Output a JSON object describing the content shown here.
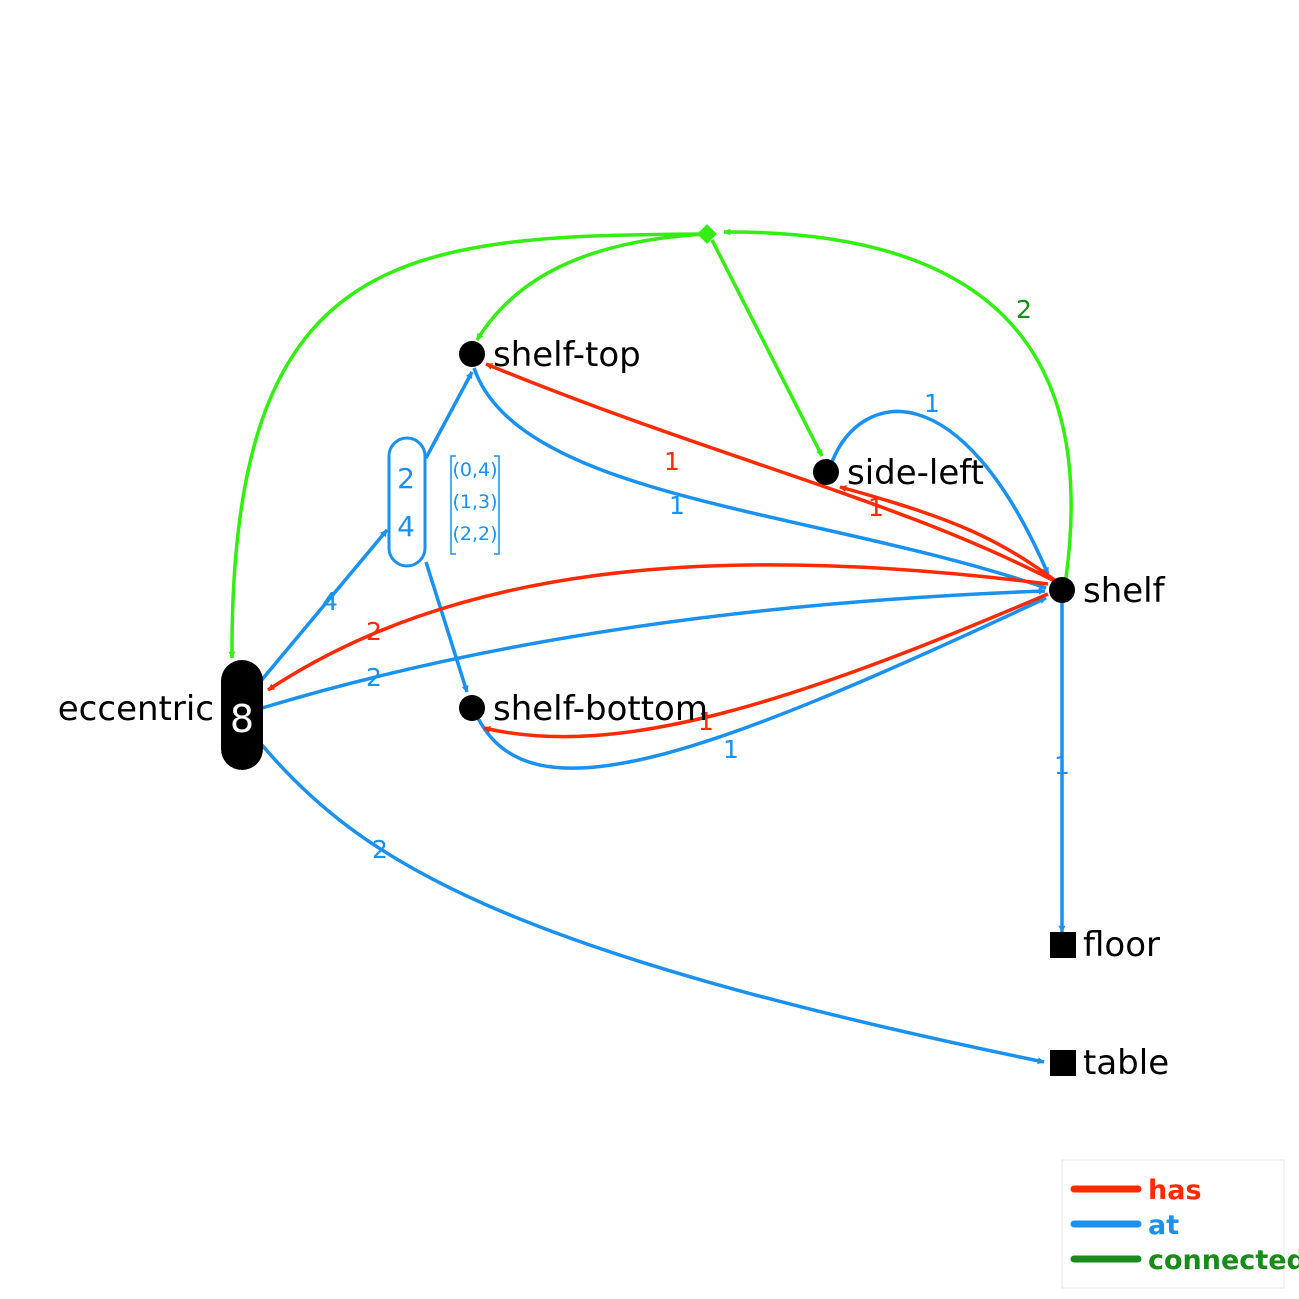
{
  "colors": {
    "has": "#ff2a00",
    "at": "#1a91ee",
    "connected_line": "#33ee11",
    "connected_text": "#1a8a1a",
    "node": "#000000"
  },
  "nodes": {
    "shelf_top": "shelf-top",
    "side_left": "side-left",
    "shelf": "shelf",
    "shelf_bottom": "shelf-bottom",
    "eccentric": "eccentric",
    "eccentric_count": "8",
    "floor": "floor",
    "table": "table",
    "connector_icon": "diamond-icon"
  },
  "group": {
    "values": [
      "2",
      "4"
    ],
    "tuples": [
      "(0,4)",
      "(1,3)",
      "(2,2)"
    ]
  },
  "edges": [
    {
      "id": "e-connector-shelftop",
      "relation": "connected",
      "from": "connector",
      "to": "shelf-top",
      "label": ""
    },
    {
      "id": "e-connector-sideleft",
      "relation": "connected",
      "from": "connector",
      "to": "side-left",
      "label": ""
    },
    {
      "id": "e-connector-eccentric",
      "relation": "connected",
      "from": "connector",
      "to": "eccentric",
      "label": ""
    },
    {
      "id": "e-shelf-connector",
      "relation": "connected",
      "from": "shelf",
      "to": "connector",
      "label": "2"
    },
    {
      "id": "e-sideleft-shelf",
      "relation": "at",
      "from": "side-left",
      "to": "shelf",
      "label": "1"
    },
    {
      "id": "e-shelf-shelftop-has",
      "relation": "has",
      "from": "shelf",
      "to": "shelf-top",
      "label": "1"
    },
    {
      "id": "e-shelftop-shelf-at",
      "relation": "at",
      "from": "shelf-top",
      "to": "shelf",
      "label": "1"
    },
    {
      "id": "e-shelf-sideleft-has",
      "relation": "has",
      "from": "shelf",
      "to": "side-left",
      "label": "1"
    },
    {
      "id": "e-shelf-eccentric-has",
      "relation": "has",
      "from": "shelf",
      "to": "eccentric",
      "label": "2"
    },
    {
      "id": "e-eccentric-shelf-at",
      "relation": "at",
      "from": "eccentric",
      "to": "shelf",
      "label": "2"
    },
    {
      "id": "e-eccentric-group",
      "relation": "at",
      "from": "eccentric",
      "to": "group",
      "label": "4"
    },
    {
      "id": "e-group-shelftop",
      "relation": "at",
      "from": "group",
      "to": "shelf-top",
      "label": ""
    },
    {
      "id": "e-group-shelfbottom",
      "relation": "at",
      "from": "group",
      "to": "shelf-bottom",
      "label": ""
    },
    {
      "id": "e-shelf-shelfbottom-has",
      "relation": "has",
      "from": "shelf",
      "to": "shelf-bottom",
      "label": "1"
    },
    {
      "id": "e-shelfbottom-shelf-at",
      "relation": "at",
      "from": "shelf-bottom",
      "to": "shelf",
      "label": "1"
    },
    {
      "id": "e-shelf-floor",
      "relation": "at",
      "from": "shelf",
      "to": "floor",
      "label": "1"
    },
    {
      "id": "e-eccentric-table",
      "relation": "at",
      "from": "eccentric",
      "to": "table",
      "label": "2"
    }
  ],
  "legend": {
    "items": [
      {
        "key": "has",
        "label": "has"
      },
      {
        "key": "at",
        "label": "at"
      },
      {
        "key": "connected",
        "label": "connected"
      }
    ]
  }
}
